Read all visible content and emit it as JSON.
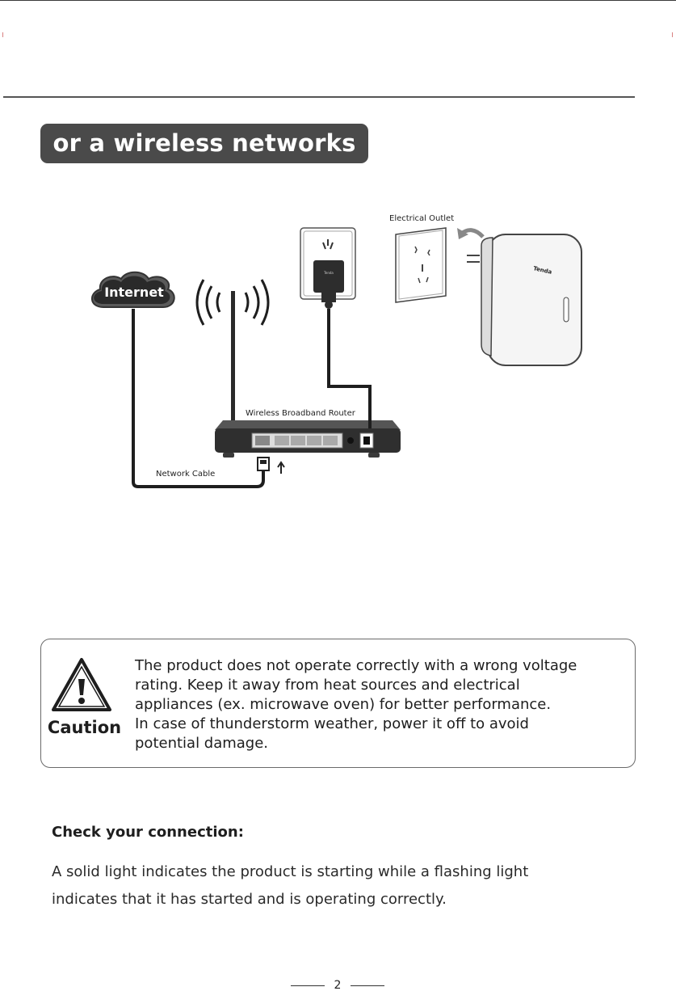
{
  "header": {
    "banner_title": "or a wireless networks"
  },
  "diagram": {
    "internet_label": "Internet",
    "electrical_outlet_label": "Electrical Outlet",
    "router_label": "Wireless Broadband Router",
    "network_cable_label": "Network Cable",
    "device_brand": "Tenda"
  },
  "caution": {
    "label": "Caution",
    "lines": [
      "The product does not operate correctly with a wrong voltage",
      "rating. Keep it away from heat sources and electrical",
      "appliances (ex. microwave oven) for better performance.",
      "In case of thunderstorm weather, power it off  to avoid",
      "potential damage."
    ]
  },
  "check": {
    "title": "Check your connection:",
    "lines": [
      "A solid light indicates the product is starting while a flashing light",
      "indicates that it has started and is operating correctly."
    ]
  },
  "footer": {
    "page_number": "2"
  }
}
